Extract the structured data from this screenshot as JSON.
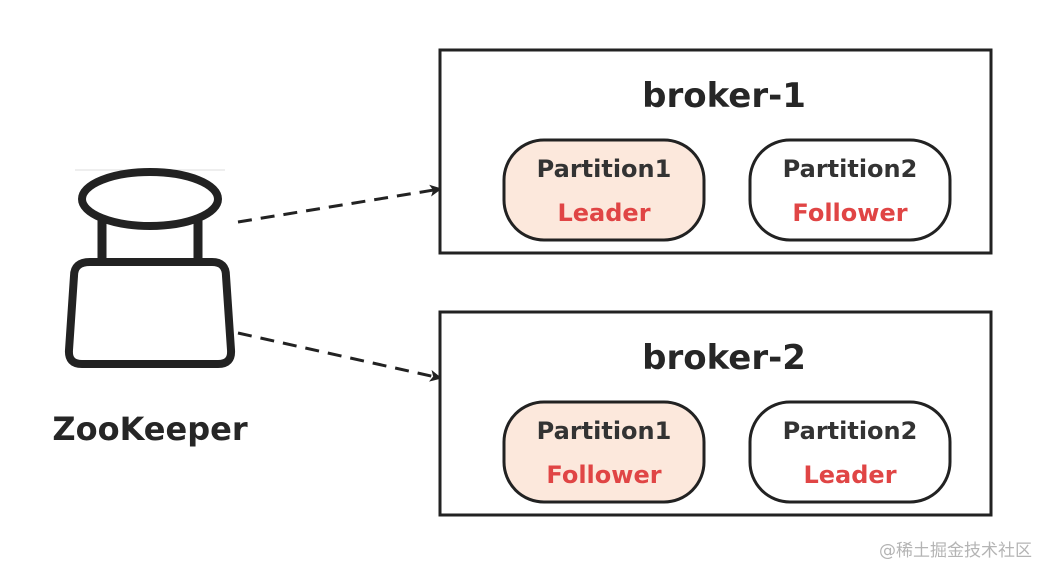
{
  "colors": {
    "stroke": "#222222",
    "leader_fill": "#fce8dc",
    "role_text": "#e04545"
  },
  "zookeeper": {
    "icon": "database-node-icon",
    "label": "ZooKeeper"
  },
  "brokers": [
    {
      "title": "broker-1",
      "partitions": [
        {
          "name": "Partition1",
          "role": "Leader"
        },
        {
          "name": "Partition2",
          "role": "Follower"
        }
      ]
    },
    {
      "title": "broker-2",
      "partitions": [
        {
          "name": "Partition1",
          "role": "Follower"
        },
        {
          "name": "Partition2",
          "role": "Leader"
        }
      ]
    }
  ],
  "watermark": "@稀土掘金技术社区"
}
